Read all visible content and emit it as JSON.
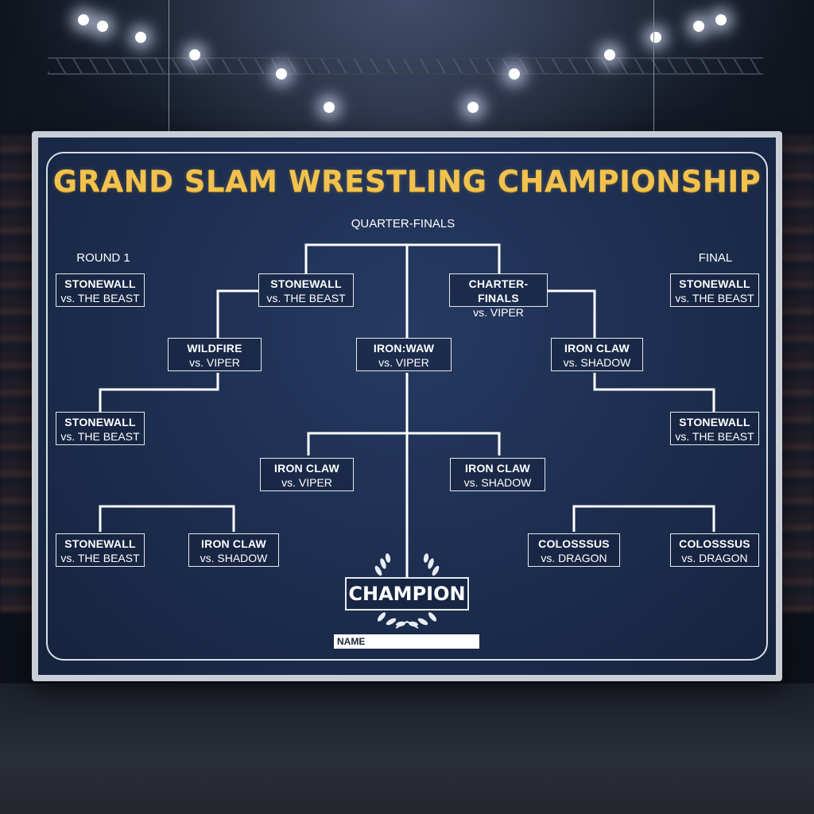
{
  "title": "GRAND SLAM WRESTLING CHAMPIONSHIP",
  "round_labels": {
    "quarter_finals": "QUARTER-FINALS",
    "round1": "ROUND 1",
    "final": "FINAL"
  },
  "matches": {
    "left_1": {
      "w1": "STONEWALL",
      "w2": "vs. THE BEAST"
    },
    "left_2": {
      "w1": "STONEWALL",
      "w2": "vs. THE BEAST"
    },
    "left_3": {
      "w1": "STONEWALL",
      "w2": "vs. THE BEAST"
    },
    "left_4": {
      "w1": "IRON CLAW",
      "w2": "vs. SHADOW"
    },
    "left_mid_1": {
      "w1": "STONEWALL",
      "w2": "vs. THE BEAST"
    },
    "left_mid_2": {
      "w1": "WILDFIRE",
      "w2": "vs. VIPER"
    },
    "center_top": {
      "w1": "IRON:WAW",
      "w2": "vs. VIPER"
    },
    "center_left": {
      "w1": "IRON CLAW",
      "w2": "vs. VIPER"
    },
    "center_right": {
      "w1": "IRON CLAW",
      "w2": "vs. SHADOW"
    },
    "right_mid_1": {
      "w1": "CHARTER-FINALS",
      "w2": "vs. VIPER"
    },
    "right_mid_2": {
      "w1": "IRON CLAW",
      "w2": "vs. SHADOW"
    },
    "right_1": {
      "w1": "STONEWALL",
      "w2": "vs. THE BEAST"
    },
    "right_2": {
      "w1": "STONEWALL",
      "w2": "vs. THE BEAST"
    },
    "right_3": {
      "w1": "COLOSSSUS",
      "w2": "vs. DRAGON"
    },
    "right_4": {
      "w1": "COLOSSSUS",
      "w2": "vs. DRAGON"
    }
  },
  "champion_label": "CHAMPION",
  "name_field_label": "NAME",
  "colors": {
    "title": "#f2c24f",
    "board": "#1c2d4e",
    "lines": "#ffffff"
  },
  "icons": [
    "laurel-wreath-icon"
  ]
}
